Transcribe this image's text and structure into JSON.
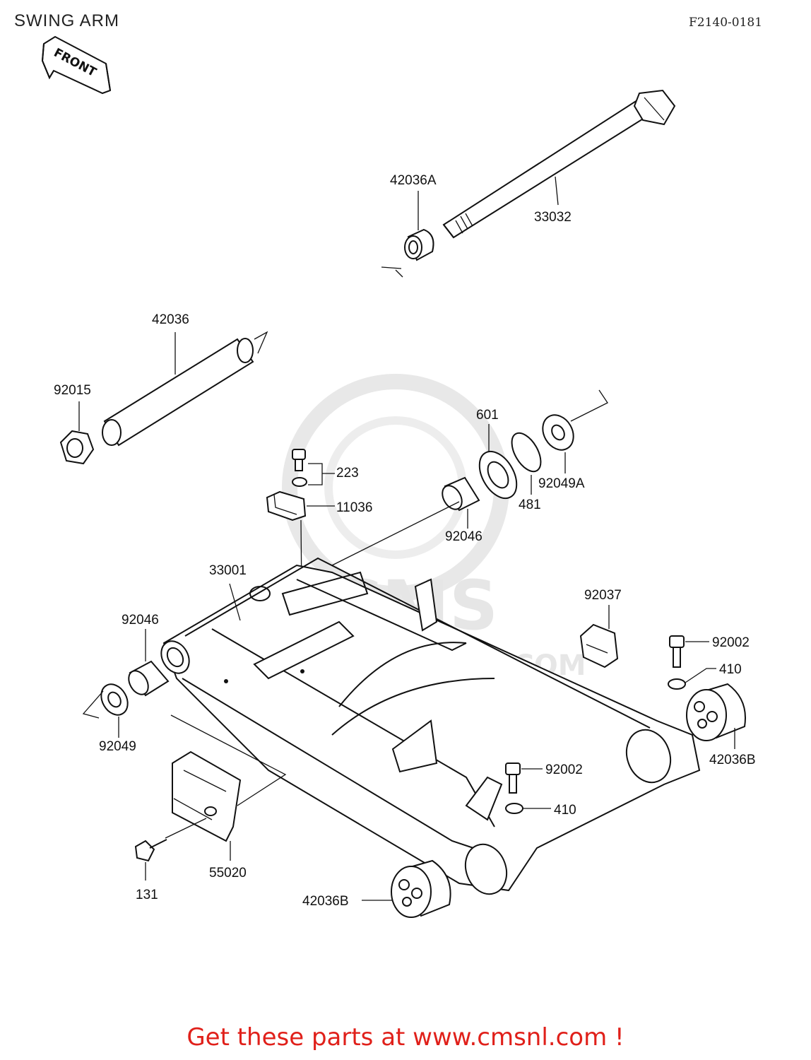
{
  "header": {
    "title": "SWING ARM",
    "figure_code": "F2140-0181"
  },
  "front_arrow": {
    "label": "FRONT"
  },
  "watermark": {
    "brand": "CMS",
    "url": "WWW.CMSNL.COM"
  },
  "parts": [
    {
      "id": "p-42036A",
      "number": "42036A"
    },
    {
      "id": "p-33032",
      "number": "33032"
    },
    {
      "id": "p-42036",
      "number": "42036"
    },
    {
      "id": "p-92015",
      "number": "92015"
    },
    {
      "id": "p-601",
      "number": "601"
    },
    {
      "id": "p-223",
      "number": "223"
    },
    {
      "id": "p-92049A",
      "number": "92049A"
    },
    {
      "id": "p-11036",
      "number": "11036"
    },
    {
      "id": "p-481",
      "number": "481"
    },
    {
      "id": "p-92046a",
      "number": "92046"
    },
    {
      "id": "p-33001",
      "number": "33001"
    },
    {
      "id": "p-92037",
      "number": "92037"
    },
    {
      "id": "p-92046b",
      "number": "92046"
    },
    {
      "id": "p-92002a",
      "number": "92002"
    },
    {
      "id": "p-410a",
      "number": "410"
    },
    {
      "id": "p-92049",
      "number": "92049"
    },
    {
      "id": "p-42036Ba",
      "number": "42036B"
    },
    {
      "id": "p-92002b",
      "number": "92002"
    },
    {
      "id": "p-410b",
      "number": "410"
    },
    {
      "id": "p-55020",
      "number": "55020"
    },
    {
      "id": "p-131",
      "number": "131"
    },
    {
      "id": "p-42036Bb",
      "number": "42036B"
    }
  ],
  "footer": {
    "text": "Get these parts at www.cmsnl.com !",
    "color": "#e0201a"
  }
}
